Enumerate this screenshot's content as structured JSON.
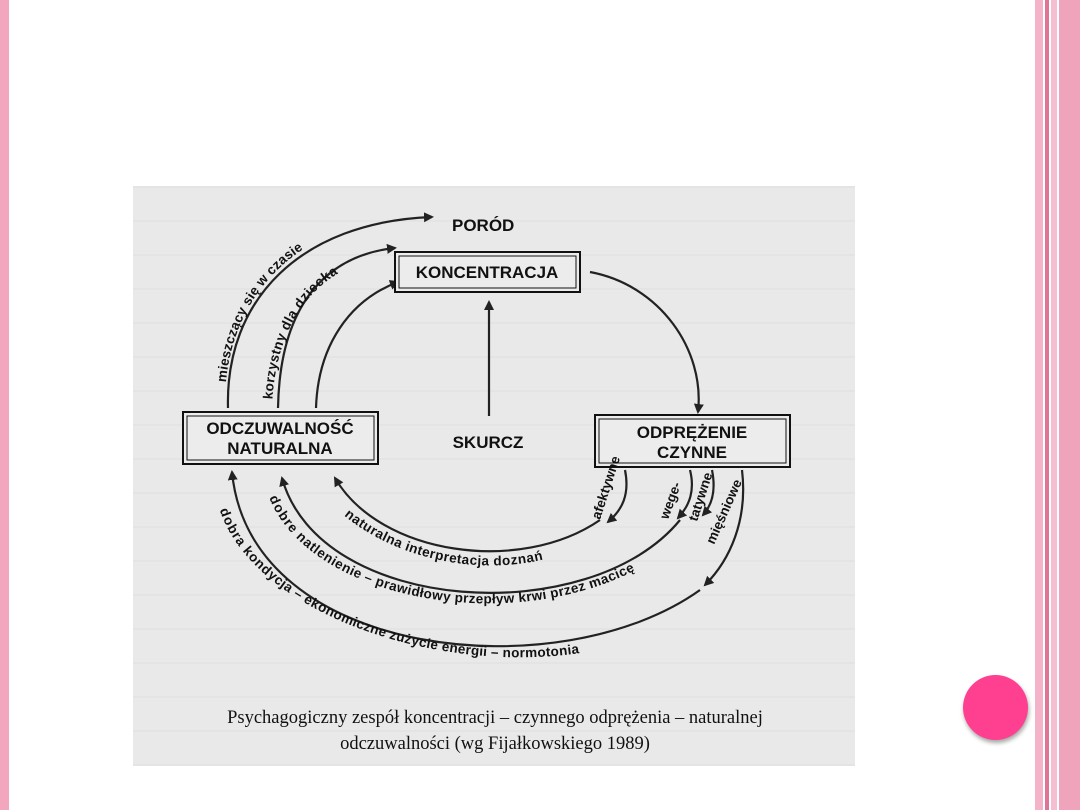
{
  "diagram": {
    "top_label": "PORÓD",
    "boxes": {
      "koncentracja": "KONCENTRACJA",
      "odczuwalnosc_line1": "ODCZUWALNOŚĆ",
      "odczuwalnosc_line2": "NATURALNA",
      "odprezenie_line1": "ODPRĘŻENIE",
      "odprezenie_line2": "CZYNNE"
    },
    "center_label": "SKURCZ",
    "upper_labels": {
      "outer": "mieszczący się w czasie",
      "inner": "korzystny dla dziecka"
    },
    "right_labels": {
      "afektywne": "afektywne",
      "wege": "wege-",
      "tatywne": "tatywne",
      "miesniowe": "mięśniowe"
    },
    "lower_labels": {
      "inner": "naturalna interpretacja doznań",
      "middle": "dobre natlenienie – prawidłowy przepływ krwi przez macicę",
      "outer": "dobra kondycja – ekonomiczne zużycie energii – normotonia"
    }
  },
  "caption": {
    "line1": "Psychagogiczny zespół koncentracji – czynnego odprężenia – naturalnej",
    "line2": "odczuwalności (wg Fijałkowskiego 1989)"
  },
  "colors": {
    "accent_pink": "#ff3f8f",
    "bar_pink": "#f2a7bf",
    "scan_background": "#e9e9e9"
  }
}
